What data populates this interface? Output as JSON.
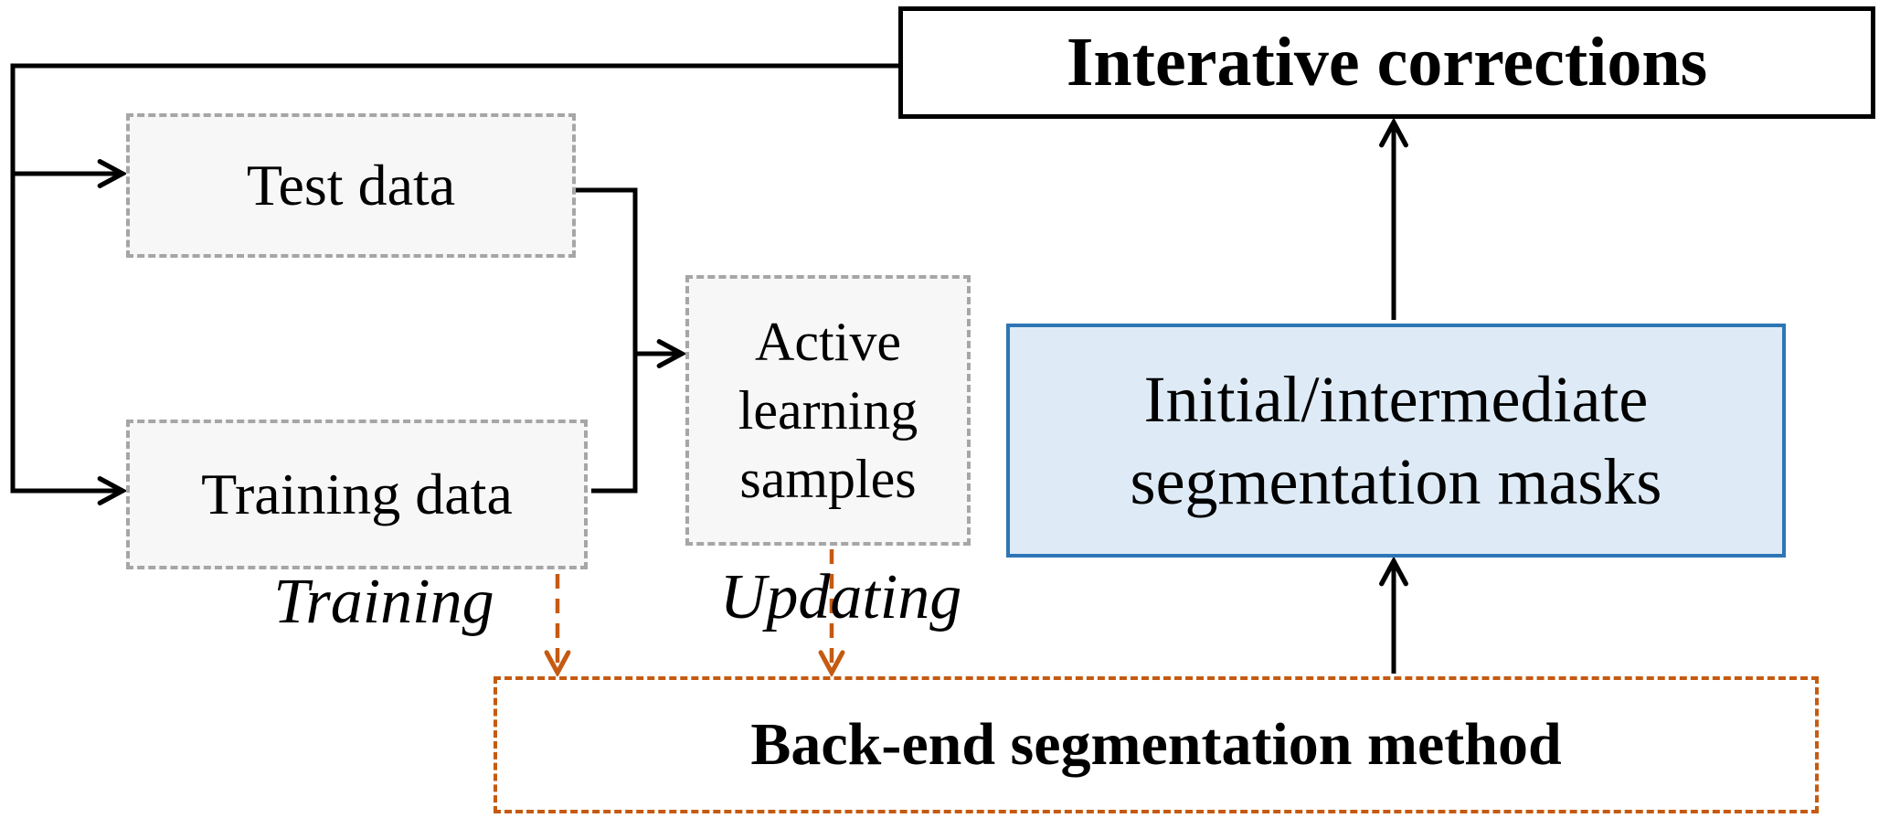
{
  "diagram": {
    "nodes": {
      "iterative_corrections": "Interative corrections",
      "test_data": "Test data",
      "training_data": "Training data",
      "active_learning_samples": "Active\nlearning\nsamples",
      "segmentation_masks": "Initial/intermediate segmentation masks",
      "backend_method": "Back-end segmentation method"
    },
    "edge_labels": {
      "training": "Training",
      "updating": "Updating"
    },
    "colors": {
      "line_black": "#000000",
      "accent_orange": "#C55A11",
      "masks_border_blue": "#2E75B6",
      "masks_fill_blue": "#DEEBF7",
      "data_box_border_gray": "#A6A6A6",
      "data_box_fill_gray": "#F7F7F7"
    }
  }
}
